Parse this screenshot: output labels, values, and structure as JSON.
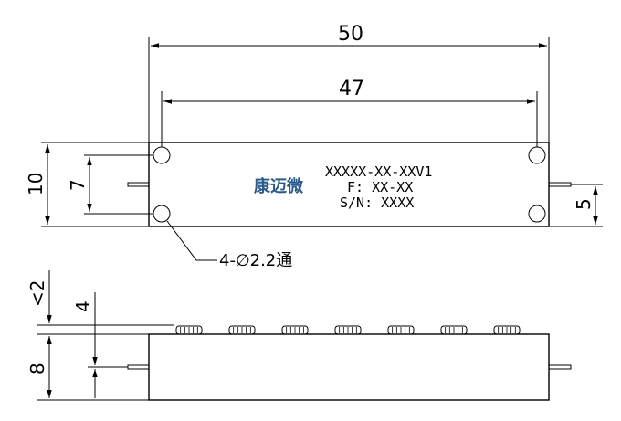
{
  "dimensions": {
    "overall_length": "50",
    "hole_spacing": "47",
    "height": "10",
    "hole_vertical_spacing": "7",
    "pin_offset": "5",
    "hole_note": "4-∅2.2通",
    "flange_max": "<2",
    "pin_height": "4",
    "body_thickness": "8"
  },
  "label": {
    "brand": "康迈微",
    "model": "XXXXX-XX-XXV1",
    "frequency": "F: XX-XX",
    "serial": "S/N: XXXX"
  },
  "side_view": {
    "connector_count": 7
  }
}
